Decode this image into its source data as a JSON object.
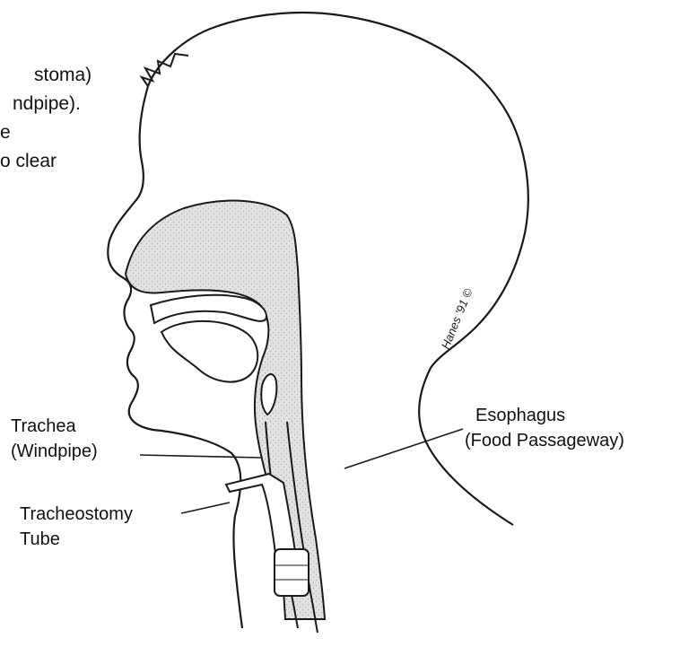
{
  "intro_fragments": [
    "stoma)",
    "ndpipe).",
    "e",
    "o clear"
  ],
  "labels": {
    "trachea": "Trachea",
    "trachea_sub": "(Windpipe)",
    "tube": "Tracheostomy",
    "tube_sub": "Tube",
    "esophagus": "Esophagus",
    "esophagus_sub": "(Food Passageway)"
  },
  "signature": "Hanes '91 ©",
  "colors": {
    "line": "#1a1a1a",
    "shade": "#dcdcdc",
    "text": "#111111"
  }
}
